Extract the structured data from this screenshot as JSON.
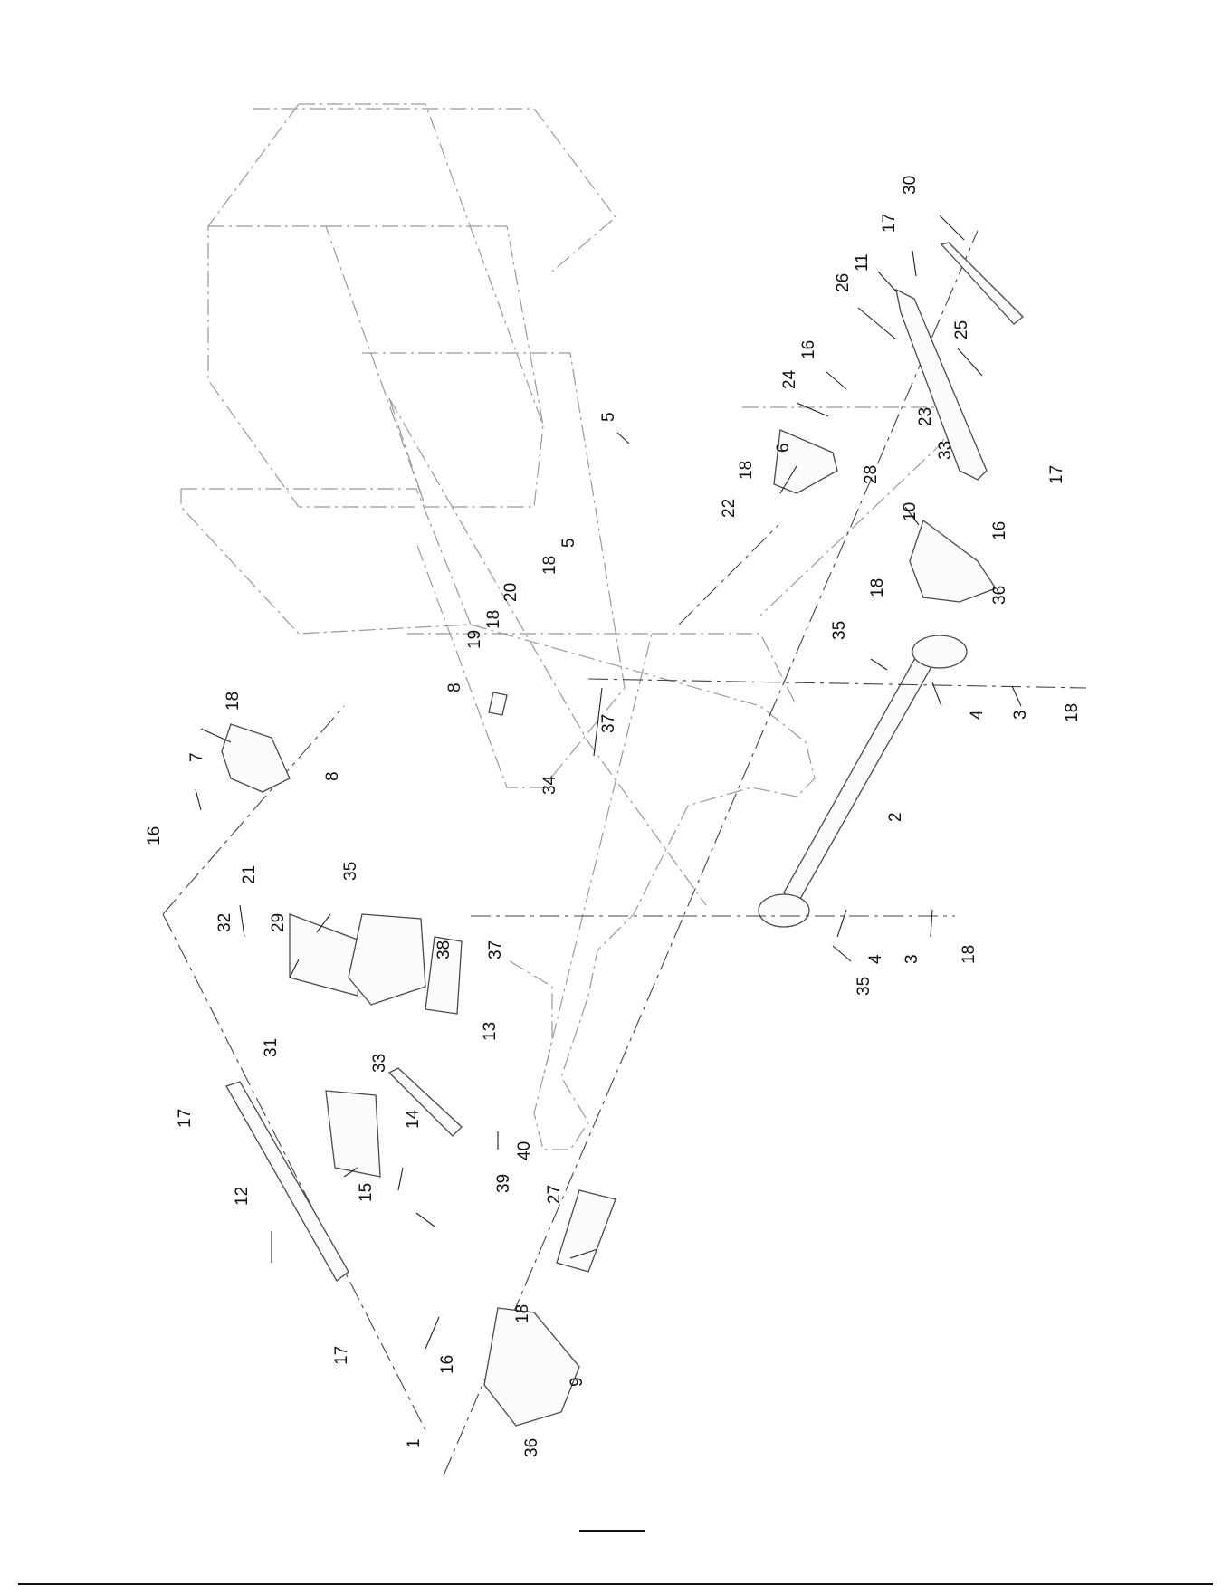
{
  "diagram": {
    "callouts": [
      "30",
      "17",
      "11",
      "26",
      "25",
      "16",
      "24",
      "23",
      "33",
      "17",
      "28",
      "6",
      "18",
      "22",
      "5",
      "10",
      "16",
      "36",
      "18",
      "35",
      "5",
      "18",
      "20",
      "18",
      "19",
      "8",
      "37",
      "4",
      "3",
      "18",
      "18",
      "7",
      "8",
      "16",
      "21",
      "2",
      "34",
      "35",
      "32",
      "29",
      "38",
      "37",
      "4",
      "3",
      "18",
      "35",
      "31",
      "13",
      "33",
      "17",
      "14",
      "40",
      "12",
      "15",
      "39",
      "27",
      "18",
      "17",
      "16",
      "9",
      "1",
      "36"
    ]
  }
}
